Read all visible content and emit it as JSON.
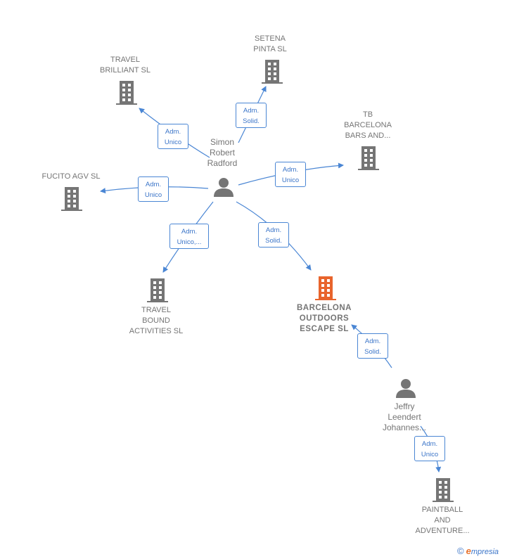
{
  "colors": {
    "edge": "#4a86d4",
    "building": "#757575",
    "focus_building": "#e8642c",
    "person": "#757575"
  },
  "nodes": {
    "simon": {
      "label": "Simon\nRobert\nRadford",
      "icon": "person-icon"
    },
    "jeffry": {
      "label": "Jeffry\nLeendert\nJohannes...",
      "icon": "person-icon"
    },
    "setena": {
      "label": "SETENA\nPINTA SL",
      "icon": "building-icon"
    },
    "travel_brilliant": {
      "label": "TRAVEL\nBRILLIANT SL",
      "icon": "building-icon"
    },
    "tb_barcelona": {
      "label": "TB\nBARCELONA\nBARS AND...",
      "icon": "building-icon"
    },
    "fucito": {
      "label": "FUCITO AGV SL",
      "icon": "building-icon"
    },
    "travel_bound": {
      "label": "TRAVEL\nBOUND\nACTIVITIES SL",
      "icon": "building-icon"
    },
    "barcelona_outdoors": {
      "label": "BARCELONA\nOUTDOORS\nESCAPE  SL",
      "icon": "building-icon"
    },
    "paintball": {
      "label": "PAINTBALL\nAND\nADVENTURE...",
      "icon": "building-icon"
    }
  },
  "edges": {
    "setena": "Adm.\nSolid.",
    "travel_brilliant": "Adm.\nUnico",
    "tb_barcelona": "Adm.\nUnico",
    "fucito": "Adm.\nUnico",
    "travel_bound": "Adm.\nUnico,...",
    "barcelona_outdoors": "Adm.\nSolid.",
    "jeffry_barcelona": "Adm.\nSolid.",
    "paintball": "Adm.\nUnico"
  },
  "footer": {
    "copyright": "©",
    "brand_initial": "e",
    "brand_rest": "mpresia"
  }
}
